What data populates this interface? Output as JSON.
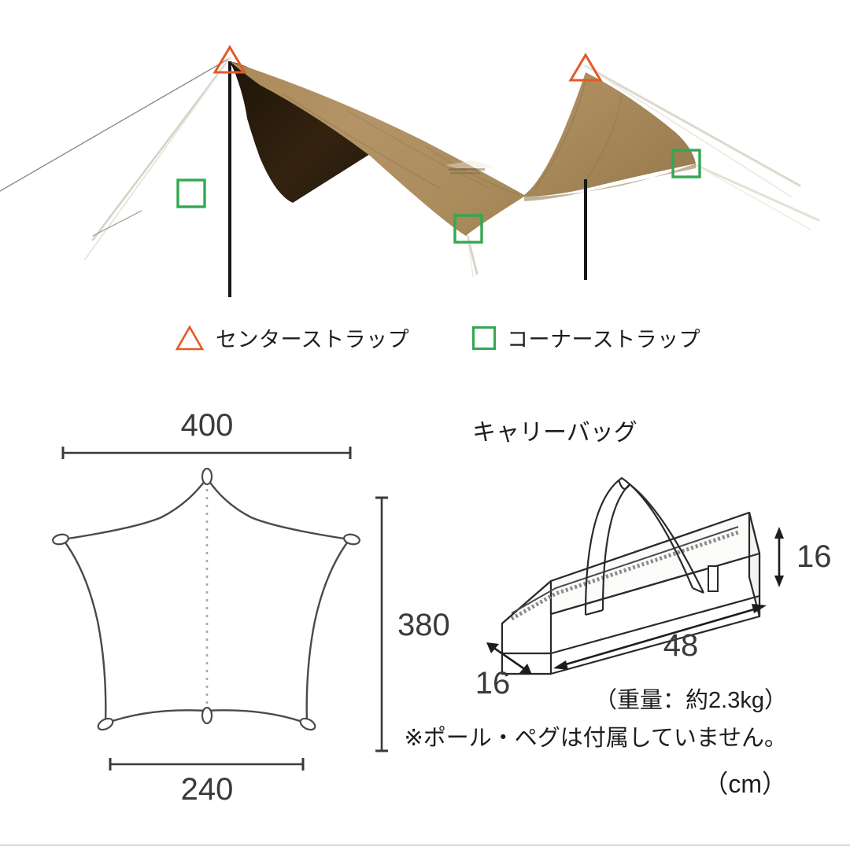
{
  "photo": {
    "alt_name": "hex-tarp-pitched-photo",
    "tarp_top_color": "#b08f5e",
    "tarp_shadow_color": "#9c7e51",
    "tarp_underside_color": "#2b1d11",
    "pole_color": "#1a1a1a",
    "guyline_color": "#cfcabe",
    "center_marker_color": "#e35a26",
    "corner_marker_color": "#33a852",
    "brand_logo_label": "brand-logo"
  },
  "legend": {
    "items": [
      {
        "marker": "triangle",
        "marker_color": "#e35a26",
        "label": "センターストラップ",
        "name": "center-strap"
      },
      {
        "marker": "square",
        "marker_color": "#33a852",
        "label": "コーナーストラップ",
        "name": "corner-strap"
      }
    ]
  },
  "tarp_dimensions": {
    "title_name": "tarp-flat-layout",
    "top_width": "400",
    "height": "380",
    "bottom_width": "240",
    "line_color": "#3a3a3a"
  },
  "carry_bag": {
    "title": "キャリーバッグ",
    "length": "48",
    "depth": "16",
    "height": "16",
    "line_color": "#2a2a2a"
  },
  "notes": {
    "weight": "（重量：約2.3kg）",
    "exclusion": "※ポール・ペグは付属していません。",
    "unit": "（cm）"
  }
}
